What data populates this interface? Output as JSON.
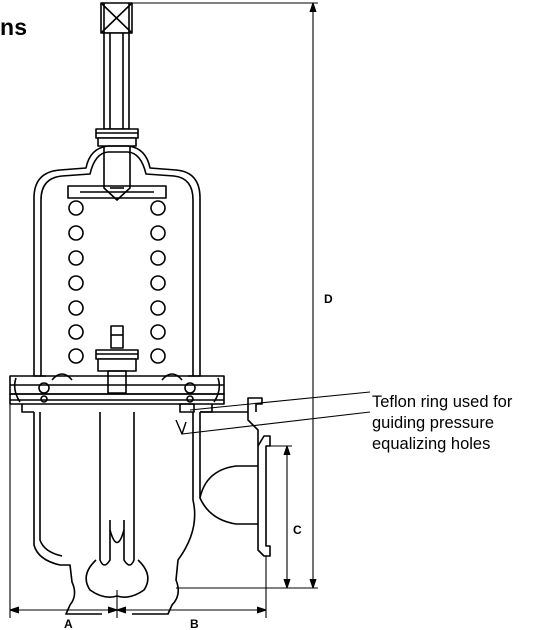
{
  "heading": "ns",
  "callout": {
    "lines": [
      "Teflon ring used for",
      "guiding pressure",
      "equalizing holes"
    ]
  },
  "dimensions": {
    "a": "A",
    "b": "B",
    "c": "C",
    "d": "D"
  }
}
